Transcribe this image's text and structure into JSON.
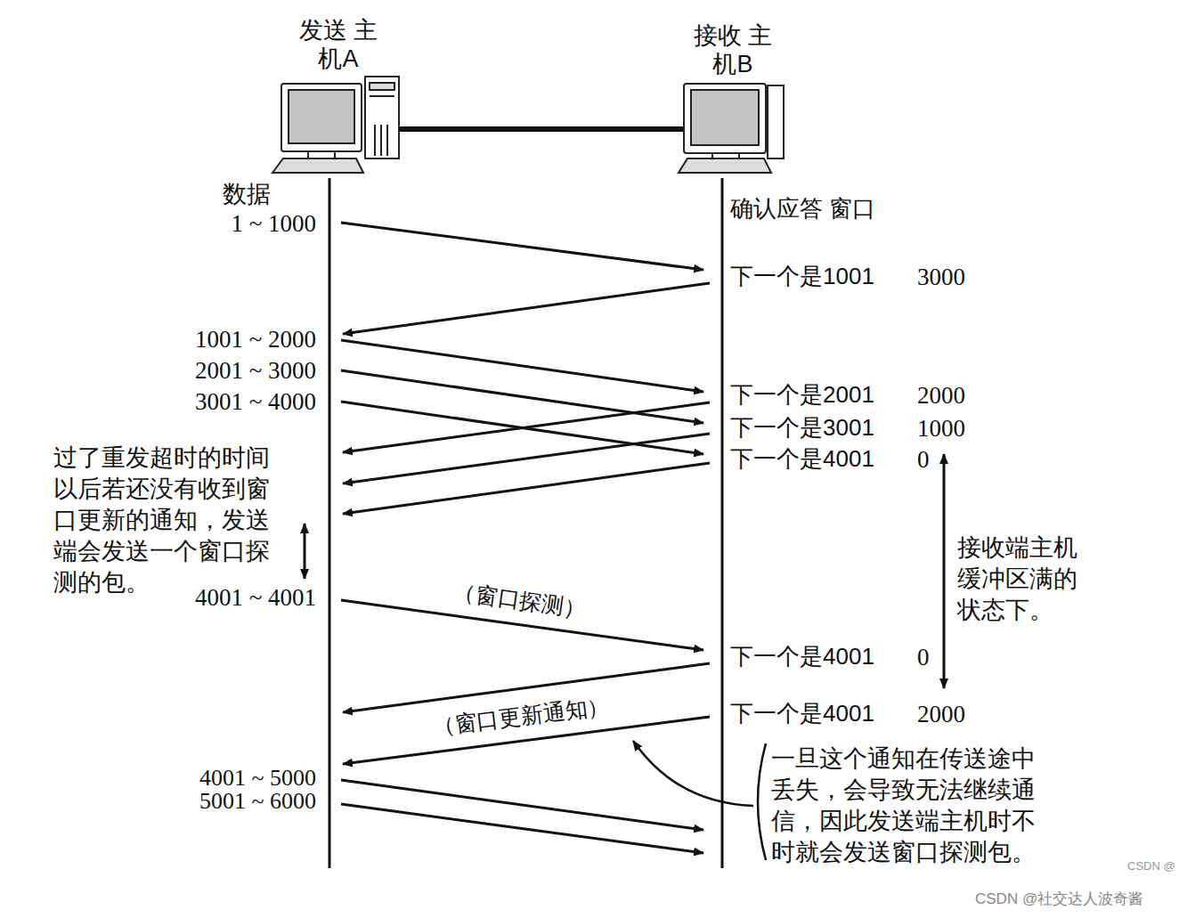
{
  "diagram": {
    "labels": [
      "发送 主机A",
      "接收 主机B",
      "数据",
      "1 ~ 1000",
      "确认应答 窗口",
      "下一个是1001",
      "3000",
      "1001 ~ 2000",
      "2001 ~ 3000",
      "3001 ~ 4000",
      "下一个是2001",
      "2000",
      "下一个是3001",
      "1000",
      "下一个是4001",
      "0",
      "过了重发超时的时间 以后若还没有收到窗 口更新的通知，发送 端会发送一个窗口探 测的包。",
      "接收端主机 缓冲区满的 状态下。",
      "4001 ~ 4001",
      "（窗口探测）",
      "下一个是4001",
      "0",
      "下一个是4001",
      "2000",
      "（窗口更新通知）",
      "4001 ~ 5000",
      "5001 ~ 6000",
      "一旦这个通知在传送途中 丢失，会导致无法继续通 信，因此发送端主机时不 时就会发送窗口探测包。",
      "CSDN @",
      "CSDN @社交达人波奇酱"
    ]
  }
}
